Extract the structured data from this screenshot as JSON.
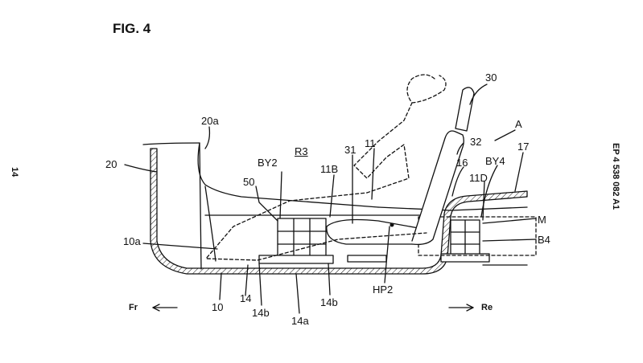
{
  "figure": {
    "title": "FIG. 4",
    "page_number": "14",
    "publication_id": "EP 4 538 082 A1",
    "direction_front": "Fr",
    "direction_rear": "Re",
    "labels": {
      "l30": "30",
      "l20a": "20a",
      "A": "A",
      "l32": "32",
      "l17": "17",
      "l20": "20",
      "R3": "R3",
      "l11": "11",
      "BY2": "BY2",
      "l31": "31",
      "l16": "16",
      "BY4": "BY4",
      "l11B": "11B",
      "l11D": "11D",
      "l50": "50",
      "M": "M",
      "l10a": "10a",
      "B4": "B4",
      "HP2": "HP2",
      "l10": "10",
      "l14": "14",
      "l14b_left": "14b",
      "l14b_right": "14b",
      "l14a": "14a"
    }
  }
}
